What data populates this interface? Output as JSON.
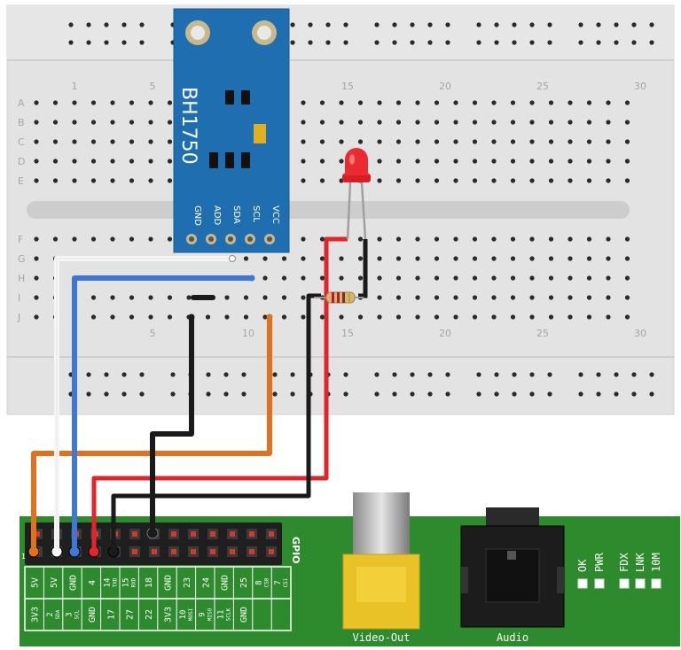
{
  "breadboard": {
    "row_letters": [
      "A",
      "B",
      "C",
      "D",
      "E",
      "F",
      "G",
      "H",
      "I",
      "J"
    ],
    "column_numbers": [
      "1",
      "5",
      "10",
      "15",
      "20",
      "25",
      "30"
    ],
    "colors": {
      "body": "#e2e2e2",
      "hole": "#2a2a2a",
      "label": "#a8a8a8"
    }
  },
  "sensor": {
    "name": "BH1750",
    "pins": [
      "GND",
      "ADD",
      "SDA",
      "SCL",
      "VCC"
    ],
    "color": "#1f6fb0"
  },
  "led": {
    "color": "#e8242c"
  },
  "wires": {
    "orange": "#e2711d",
    "white": "#f4f4f4",
    "blue": "#3b78d8",
    "red": "#e0262b",
    "black": "#1a1a1a"
  },
  "pi": {
    "gpio_label": "GPIO",
    "pin1_marker": "1",
    "top_row": [
      {
        "main": "5V",
        "sub": ""
      },
      {
        "main": "5V",
        "sub": ""
      },
      {
        "main": "GND",
        "sub": ""
      },
      {
        "main": "4",
        "sub": ""
      },
      {
        "main": "14",
        "sub": "TXD"
      },
      {
        "main": "15",
        "sub": "RXD"
      },
      {
        "main": "18",
        "sub": ""
      },
      {
        "main": "GND",
        "sub": ""
      },
      {
        "main": "23",
        "sub": ""
      },
      {
        "main": "24",
        "sub": ""
      },
      {
        "main": "GND",
        "sub": ""
      },
      {
        "main": "25",
        "sub": ""
      },
      {
        "main": "8",
        "sub": "CS0"
      },
      {
        "main": "7",
        "sub": "CS1"
      }
    ],
    "bottom_row": [
      {
        "main": "3V3",
        "sub": ""
      },
      {
        "main": "2",
        "sub": "SDA"
      },
      {
        "main": "3",
        "sub": "SCL"
      },
      {
        "main": "GND",
        "sub": ""
      },
      {
        "main": "17",
        "sub": ""
      },
      {
        "main": "27",
        "sub": ""
      },
      {
        "main": "22",
        "sub": ""
      },
      {
        "main": "3V3",
        "sub": ""
      },
      {
        "main": "10",
        "sub": "MOSI"
      },
      {
        "main": "9",
        "sub": "MISO"
      },
      {
        "main": "11",
        "sub": "SCLK"
      },
      {
        "main": "GND",
        "sub": ""
      }
    ],
    "video_label": "Video-Out",
    "audio_label": "Audio",
    "leds": [
      "OK",
      "PWR",
      "FDX",
      "LNK",
      "10M"
    ],
    "colors": {
      "board": "#2e8b2e",
      "board_dark": "#226b22",
      "jack": "#e8c020",
      "header": "#222222"
    }
  }
}
